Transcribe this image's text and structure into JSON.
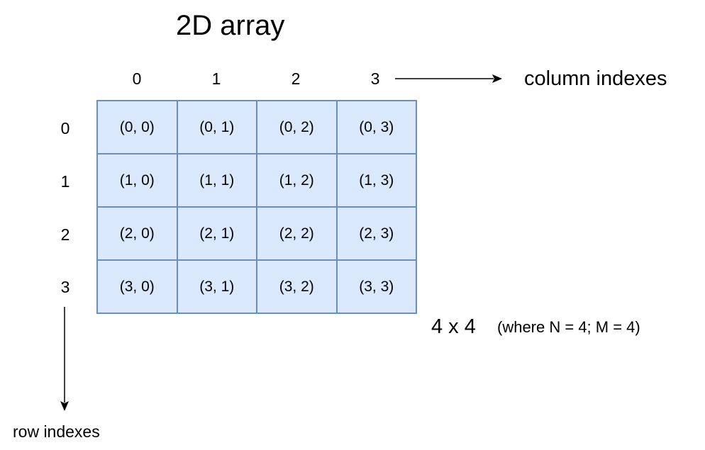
{
  "title": "2D array",
  "columns": [
    "0",
    "1",
    "2",
    "3"
  ],
  "rows": [
    "0",
    "1",
    "2",
    "3"
  ],
  "cells": [
    [
      "(0, 0)",
      "(0, 1)",
      "(0, 2)",
      "(0, 3)"
    ],
    [
      "(1, 0)",
      "(1, 1)",
      "(1, 2)",
      "(1, 3)"
    ],
    [
      "(2, 0)",
      "(2, 1)",
      "(2, 2)",
      "(2, 3)"
    ],
    [
      "(3, 0)",
      "(3, 1)",
      "(3, 2)",
      "(3, 3)"
    ]
  ],
  "column_axis_label": "column indexes",
  "row_axis_label": "row indexes",
  "dimensions": "4 x 4",
  "dimensions_note": "(where N = 4; M = 4)",
  "colors": {
    "cell_fill": "#dae8fc",
    "cell_border": "#6c8ebf",
    "text": "#000000"
  }
}
